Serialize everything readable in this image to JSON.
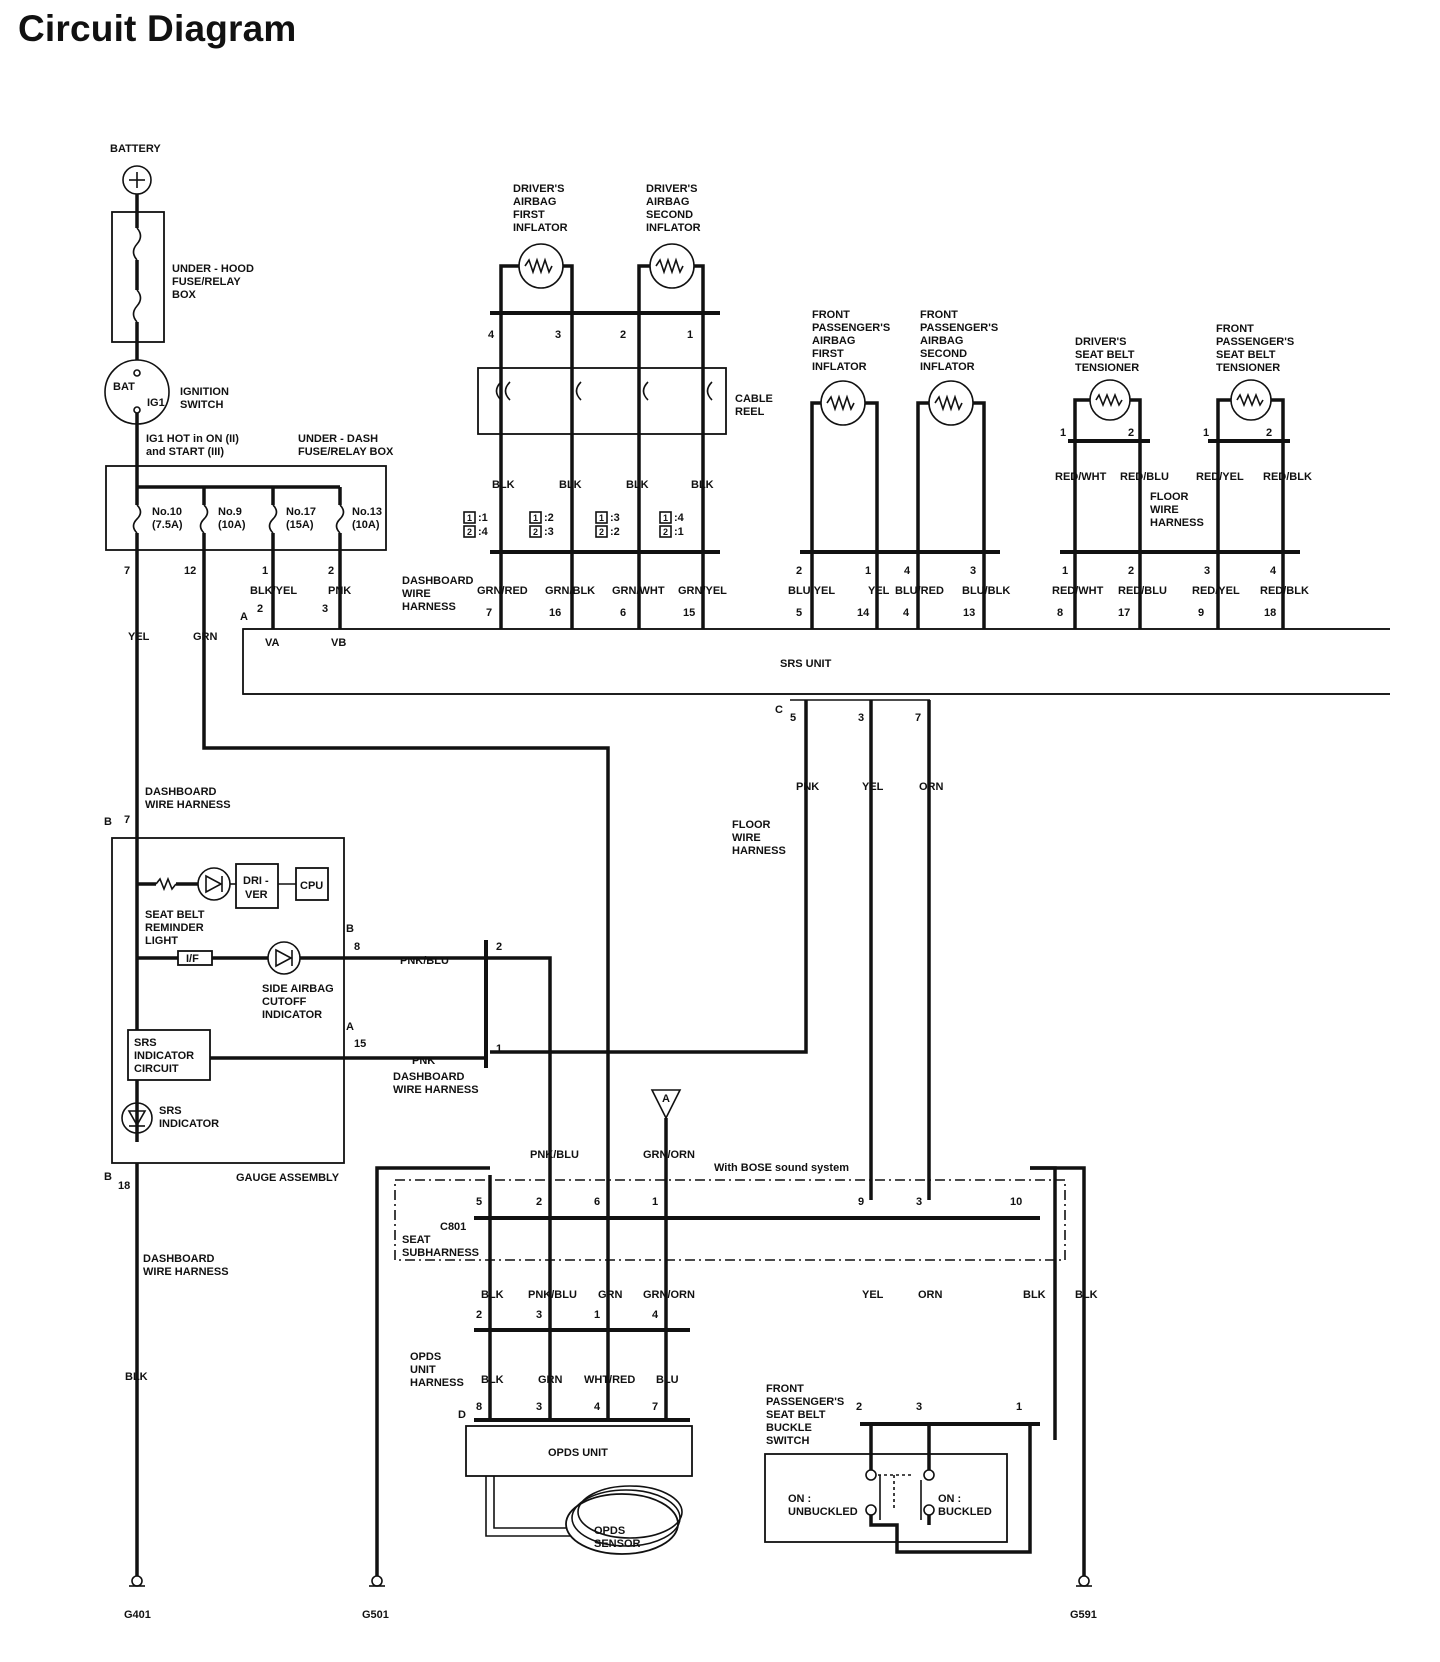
{
  "page": {
    "title": "Circuit Diagram"
  },
  "power": {
    "battery": "BATTERY",
    "underhood": [
      "UNDER - HOOD",
      "FUSE/RELAY",
      "BOX"
    ],
    "bat": "BAT",
    "ig1": "IG1",
    "ignition": [
      "IGNITION",
      "SWITCH"
    ],
    "hot_note": [
      "IG1 HOT in ON (II)",
      "and START (III)"
    ],
    "underdash": [
      "UNDER - DASH",
      "FUSE/RELAY BOX"
    ]
  },
  "fuses": [
    {
      "label": "No.10",
      "rating": "(7.5A)"
    },
    {
      "label": "No.9",
      "rating": "(10A)"
    },
    {
      "label": "No.17",
      "rating": "(15A)"
    },
    {
      "label": "No.13",
      "rating": "(10A)"
    }
  ],
  "fuse_pins": [
    "7",
    "12",
    "1",
    "2"
  ],
  "fuse_wires": [
    "YEL",
    "GRN",
    "BLK/YEL",
    "PNK"
  ],
  "srs": {
    "unit": "SRS UNIT",
    "conn_a": "A",
    "conn_c": "C",
    "va": "VA",
    "vb": "VB",
    "a_pins": [
      "2",
      "3"
    ],
    "top_pins": [
      "7",
      "16",
      "6",
      "15",
      "5",
      "14",
      "4",
      "13",
      "8",
      "17",
      "9",
      "18"
    ],
    "c_pins": [
      "5",
      "3",
      "7"
    ],
    "dash_harness": [
      "DASHBOARD",
      "WIRE",
      "HARNESS"
    ]
  },
  "airbag": {
    "first": [
      "DRIVER'S",
      "AIRBAG",
      "FIRST",
      "INFLATOR"
    ],
    "second": [
      "DRIVER'S",
      "AIRBAG",
      "SECOND",
      "INFLATOR"
    ],
    "pins": [
      "4",
      "3",
      "2",
      "1"
    ],
    "cable_reel": [
      "CABLE",
      "REEL"
    ],
    "blk": [
      "BLK",
      "BLK",
      "BLK",
      "BLK"
    ],
    "map": [
      ":1",
      ":4",
      ":2",
      ":3",
      ":3",
      ":2",
      ":4",
      ":1"
    ],
    "map_nums": [
      "1",
      "2",
      "1",
      "2",
      "1",
      "2",
      "1",
      "2"
    ],
    "wires": [
      "GRN/RED",
      "GRN/BLK",
      "GRN/WHT",
      "GRN/YEL"
    ]
  },
  "passenger": {
    "first": [
      "FRONT",
      "PASSENGER'S",
      "AIRBAG",
      "FIRST",
      "INFLATOR"
    ],
    "second": [
      "FRONT",
      "PASSENGER'S",
      "AIRBAG",
      "SECOND",
      "INFLATOR"
    ],
    "pins": [
      "2",
      "1",
      "4",
      "3"
    ],
    "wires": [
      "BLU/YEL",
      "YEL",
      "BLU/RED",
      "BLU/BLK"
    ]
  },
  "tensioner": {
    "driver": [
      "DRIVER'S",
      "SEAT BELT",
      "TENSIONER"
    ],
    "front": [
      "FRONT",
      "PASSENGER'S",
      "SEAT BELT",
      "TENSIONER"
    ],
    "pins": [
      "1",
      "2",
      "1",
      "2"
    ],
    "wires": [
      "RED/WHT",
      "RED/BLU",
      "RED/YEL",
      "RED/BLK"
    ],
    "floor_harness": [
      "FLOOR",
      "WIRE",
      "HARNESS"
    ],
    "lower_pins": [
      "1",
      "2",
      "3",
      "4"
    ],
    "lower_wires": [
      "RED/WHT",
      "RED/BLU",
      "RED/YEL",
      "RED/BLK"
    ]
  },
  "mid": {
    "yel": "YEL",
    "grn": "GRN",
    "c_wires": [
      "PNK",
      "YEL",
      "ORN"
    ],
    "floor_harness": [
      "FLOOR",
      "WIRE",
      "HARNESS"
    ]
  },
  "gauge": {
    "conn_b": "B",
    "pin7": "7",
    "dash_harness": [
      "DASHBOARD",
      "WIRE HARNESS"
    ],
    "driver": [
      "DRI -",
      "VER"
    ],
    "cpu": "CPU",
    "reminder": [
      "SEAT BELT",
      "REMINDER",
      "LIGHT"
    ],
    "if_label": "I/F",
    "side_cutoff": [
      "SIDE AIRBAG",
      "CUTOFF",
      "INDICATOR"
    ],
    "b8": "B",
    "pin8": "8",
    "a15": "A",
    "pin15": "15",
    "circuit": [
      "SRS",
      "INDICATOR",
      "CIRCUIT"
    ],
    "indicator": [
      "SRS",
      "INDICATOR"
    ],
    "assembly": "GAUGE ASSEMBLY",
    "b18": "B",
    "pin18": "18",
    "lower_harness": [
      "DASHBOARD",
      "WIRE HARNESS"
    ],
    "blk": "BLK",
    "pnk_blu": "PNK/BLU",
    "pnk": "PNK",
    "conn_pins": [
      "2",
      "1"
    ],
    "dash_harness2": [
      "DASHBOARD",
      "WIRE HARNESS"
    ]
  },
  "seat": {
    "pnk_blu": "PNK/BLU",
    "grn_orn": "GRN/ORN",
    "antenna": "A",
    "bose": "With BOSE sound system",
    "c801": "C801",
    "subharness": [
      "SEAT",
      "SUBHARNESS"
    ],
    "pins": [
      "5",
      "2",
      "6",
      "1",
      "9",
      "3",
      "10"
    ],
    "wires": [
      "BLK",
      "PNK/BLU",
      "GRN",
      "GRN/ORN",
      "YEL",
      "ORN",
      "BLK",
      "BLK"
    ]
  },
  "opds": {
    "pins": [
      "2",
      "3",
      "1",
      "4"
    ],
    "harness": [
      "OPDS",
      "UNIT",
      "HARNESS"
    ],
    "wires": [
      "BLK",
      "GRN",
      "WHT/RED",
      "BLU"
    ],
    "conn_d": "D",
    "d_pins": [
      "8",
      "3",
      "4",
      "7"
    ],
    "unit": "OPDS UNIT",
    "sensor": [
      "OPDS",
      "SENSOR"
    ]
  },
  "buckle": {
    "label": [
      "FRONT",
      "PASSENGER'S",
      "SEAT BELT",
      "BUCKLE",
      "SWITCH"
    ],
    "pins": [
      "2",
      "3",
      "1"
    ],
    "on_unbuckled": [
      "ON :",
      "UNBUCKLED"
    ],
    "on_buckled": [
      "ON :",
      "BUCKLED"
    ]
  },
  "grounds": [
    "G401",
    "G501",
    "G591"
  ]
}
